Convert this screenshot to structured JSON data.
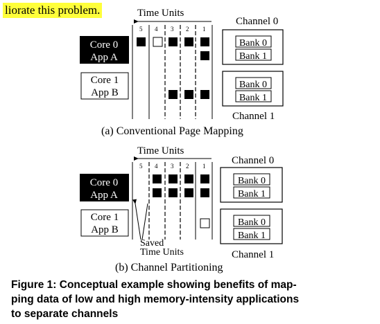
{
  "header_text": "liorate this problem.",
  "diagram_a": {
    "time_units_label": "Time Units",
    "slot_numbers": [
      "5",
      "4",
      "3",
      "2",
      "1"
    ],
    "core0": "Core 0",
    "appA": "App A",
    "core1": "Core 1",
    "appB": "App B",
    "channel0": "Channel 0",
    "channel1": "Channel 1",
    "bank0": "Bank 0",
    "bank1": "Bank 1",
    "subcaption": "(a) Conventional Page Mapping"
  },
  "diagram_b": {
    "time_units_label": "Time Units",
    "slot_numbers": [
      "5",
      "4",
      "3",
      "2",
      "1"
    ],
    "core0": "Core 0",
    "appA": "App A",
    "core1": "Core 1",
    "appB": "App B",
    "channel0": "Channel 0",
    "channel1": "Channel 1",
    "bank0": "Bank 0",
    "bank1": "Bank 1",
    "saved_label": "Saved",
    "saved_time_units": "Time Units",
    "subcaption": "(b) Channel Partitioning"
  },
  "figure_caption": {
    "label": "Figure 1:",
    "line1": "Conceptual example showing benefits of map-",
    "line2": "ping data of low and high memory-intensity applications",
    "line3": "to separate channels"
  }
}
